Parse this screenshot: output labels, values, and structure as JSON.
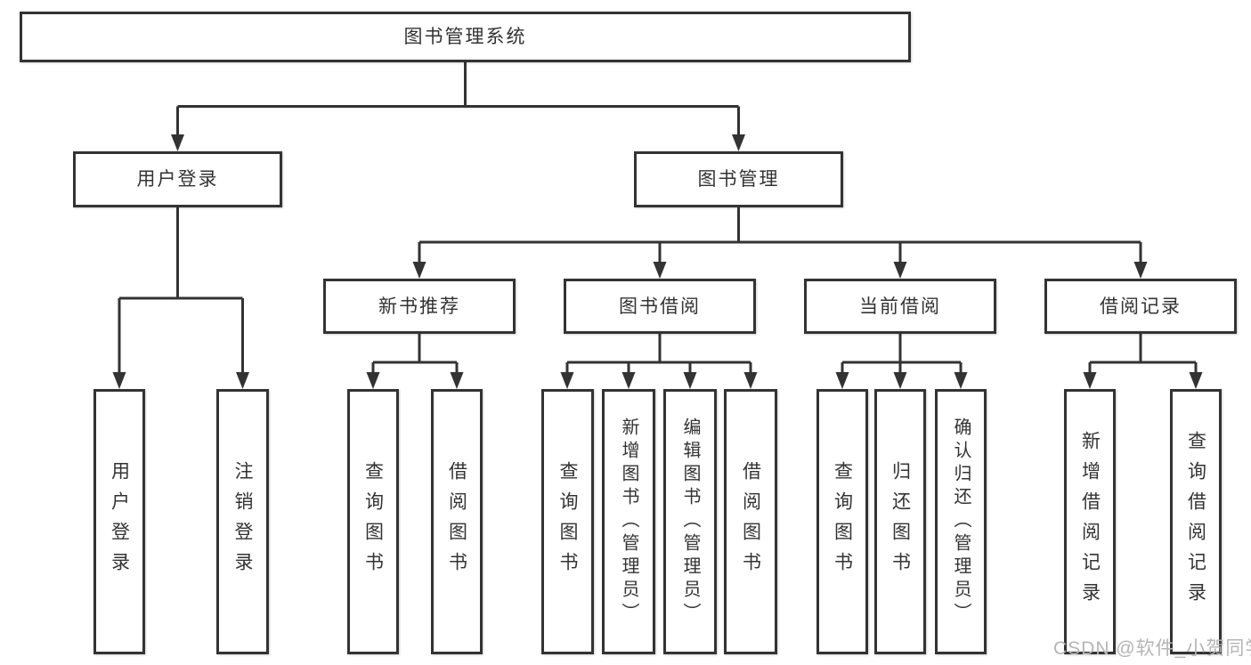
{
  "tree": {
    "root": "图书管理系统",
    "branches": [
      {
        "label": "用户登录",
        "leaves": [
          "用户登录",
          "注销登录"
        ]
      },
      {
        "label": "图书管理",
        "groups": [
          {
            "label": "新书推荐",
            "leaves": [
              "查询图书",
              "借阅图书"
            ]
          },
          {
            "label": "图书借阅",
            "leaves": [
              "查询图书",
              "新增图书（管理员）",
              "编辑图书（管理员）",
              "借阅图书"
            ]
          },
          {
            "label": "当前借阅",
            "leaves": [
              "查询图书",
              "归还图书",
              "确认归还（管理员）"
            ]
          },
          {
            "label": "借阅记录",
            "leaves": [
              "新增借阅记录",
              "查询借阅记录"
            ]
          }
        ]
      }
    ]
  },
  "watermark": "CSDN @软件_小贺同学",
  "colors": {
    "line": "#333333",
    "box_border": "#333333",
    "box_background": "#ffffff",
    "text": "#333333",
    "watermark": "#b5b5b5",
    "page_background": "#ffffff"
  }
}
